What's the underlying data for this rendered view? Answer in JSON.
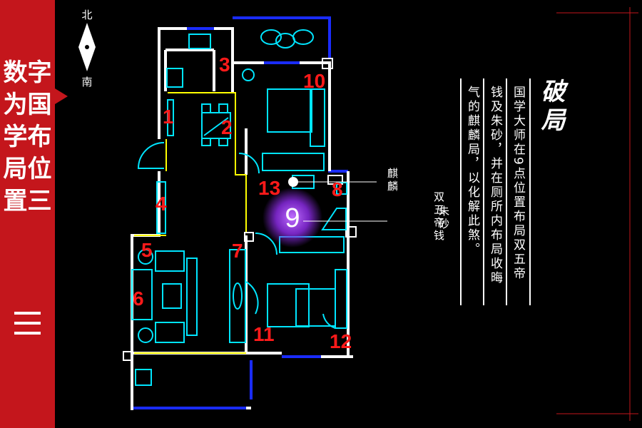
{
  "sidebar": {
    "title": "数字为国学布局位置三"
  },
  "compass": {
    "north": "北",
    "south": "南"
  },
  "remedy": {
    "title": "破局",
    "columns": [
      "国学大师在9点位置布局双五帝",
      "钱及朱砂，并在厕所内布局收晦",
      "气的麒麟局，以化解此煞。"
    ]
  },
  "annotations": {
    "qilin": "麒麟",
    "coins": "双五帝钱",
    "cinnabar": "朱砂"
  },
  "positions": [
    "1",
    "2",
    "3",
    "4",
    "5",
    "6",
    "7",
    "8",
    "9",
    "10",
    "11",
    "12",
    "13"
  ],
  "colors": {
    "sidebar": "#c4161c",
    "wall": "#ffffff",
    "furniture": "#00e5ff",
    "window": "#1a2cff",
    "marker": "#ff1a1a",
    "highlight": "#8a2be2",
    "path": "#ffff00"
  }
}
